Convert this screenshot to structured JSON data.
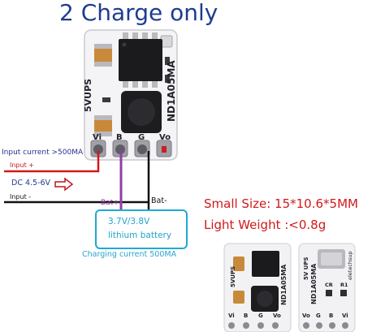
{
  "title": "2 Charge only",
  "board": {
    "silk_left": "5VUPS",
    "silk_right": "ND1A05MA",
    "pins": [
      "Vi",
      "B",
      "G",
      "Vo"
    ]
  },
  "labels": {
    "input_current": "Input current >500MA",
    "input_plus": "Input +",
    "dc_input": "DC 4.5-6V",
    "input_minus": "Input -",
    "bat_plus": "Bat+",
    "bat_minus": "Bat-"
  },
  "battery": {
    "line1": "3.7V/3.8V",
    "line2": "lithium battery"
  },
  "charging_current": "Charging current 500MA",
  "specs": {
    "size": "Small Size: 15*10.6*5MM",
    "weight": "Light Weight :<0.8g"
  },
  "photos": {
    "front": {
      "silk_left": "5VUPS",
      "silk_right": "ND1A05MA",
      "pins": [
        "Vi",
        "B",
        "G",
        "Vo"
      ]
    },
    "back": {
      "silk_top": "5V UPS",
      "silk_main": "ND1A05MA",
      "silk_side": "eletechsup",
      "parts": [
        "CR",
        "R1"
      ],
      "pins": [
        "Vo",
        "G",
        "B",
        "Vi"
      ]
    }
  },
  "colors": {
    "title": "#1f3d8f",
    "input_plus_wire": "#d0191c",
    "bat_plus_wire": "#8e3fa3",
    "ground_wire": "#111111",
    "battery_border": "#20a9d4",
    "specs_text": "#d0191c",
    "pcb_white": "#f4f4f6"
  },
  "icons": {
    "dc_arrow": "outline-right-arrow-icon",
    "pads": "solder-pad-icon"
  }
}
